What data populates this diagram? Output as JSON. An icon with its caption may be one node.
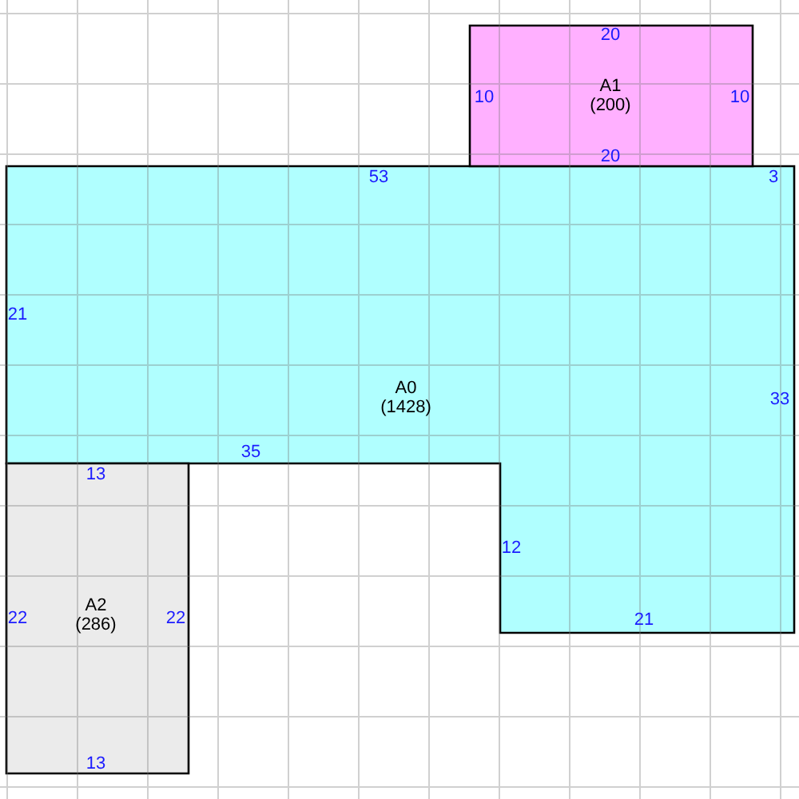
{
  "diagram": {
    "nodes": [
      {
        "text": [
          "A0",
          "(1428)",
          "53",
          "3",
          "21",
          "33",
          "35",
          "12",
          "21"
        ]
      },
      {
        "text": [
          "A1",
          "(200)",
          "20",
          "10",
          "10",
          "20"
        ]
      },
      {
        "text": [
          "A2",
          "(286)",
          "13",
          "22",
          "22",
          "13"
        ]
      }
    ]
  }
}
